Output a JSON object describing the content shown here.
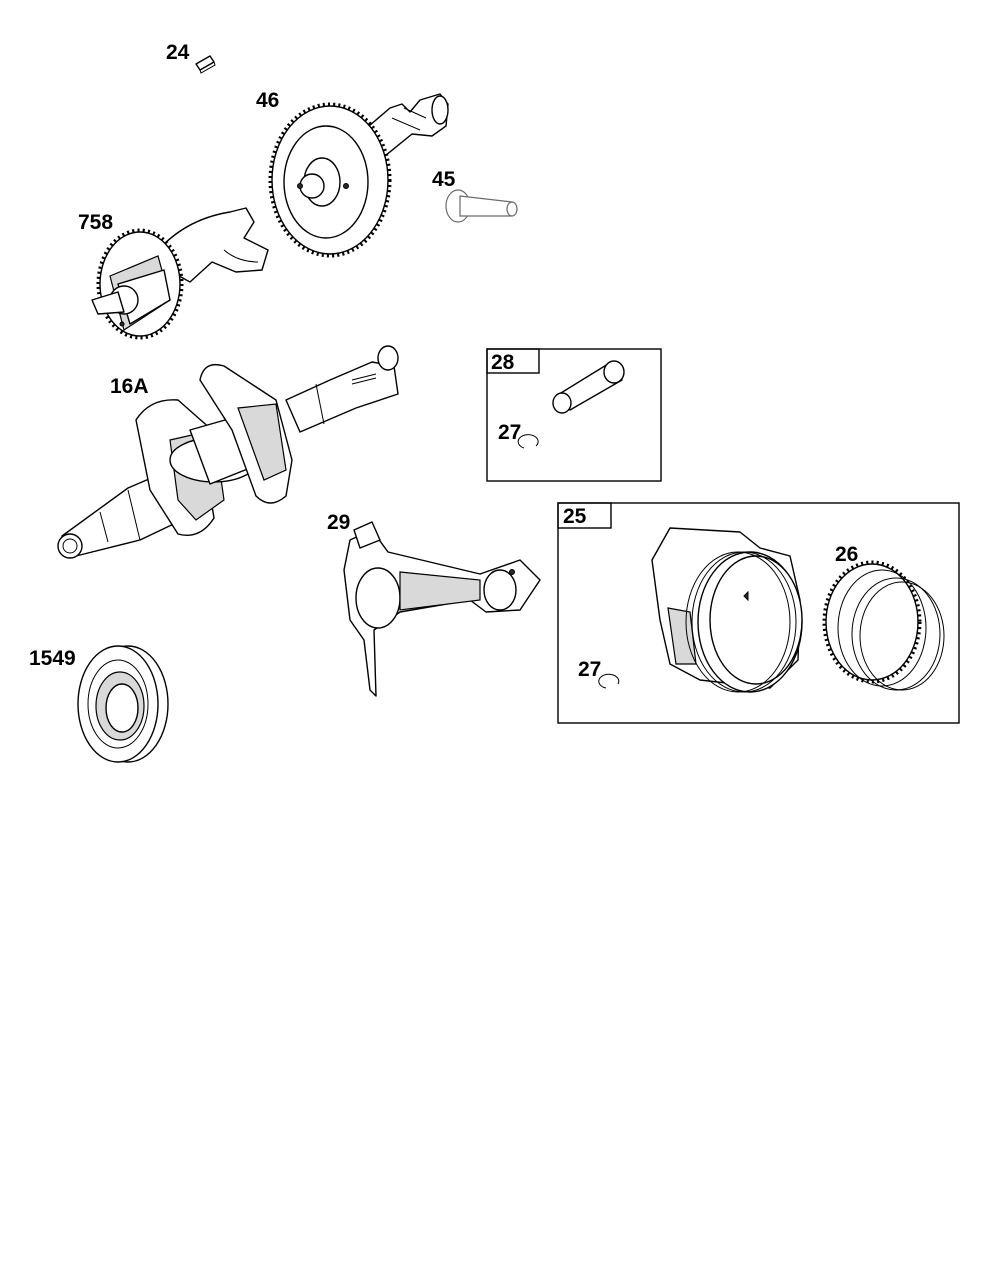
{
  "diagram": {
    "callouts": {
      "c24": "24",
      "c46": "46",
      "c45": "45",
      "c758": "758",
      "c16a": "16A",
      "c28": "28",
      "c27a": "27",
      "c25": "25",
      "c29": "29",
      "c26": "26",
      "c27b": "27",
      "c1549": "1549"
    }
  }
}
